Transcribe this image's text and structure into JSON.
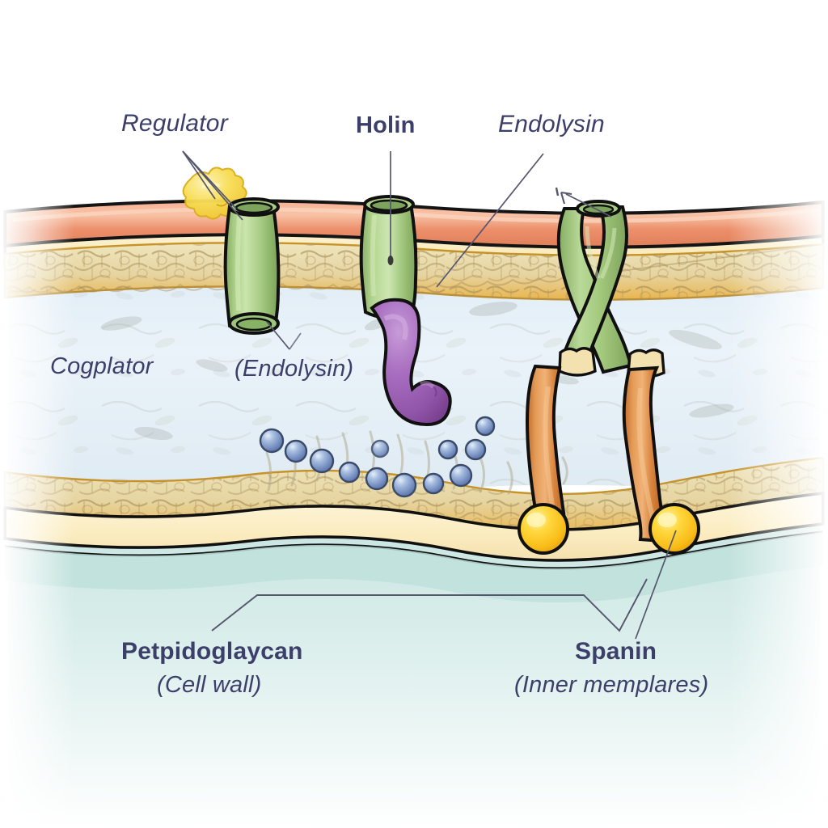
{
  "figure": {
    "title": "Bacterial cell envelope with phage lysis proteins",
    "background_color": "#ffffff",
    "label_color": "#3d3f6b"
  },
  "labels": {
    "regulator": "Regulator",
    "holin": "Holin",
    "endolysin": "Endolysin",
    "cogplator": "Cogplator",
    "endolysin_paren": "(Endolysin)",
    "peptidoglycan": "Petpidoglaycan",
    "cell_wall": "(Cell wall)",
    "spanin": "Spanin",
    "inner_membrane": "(Inner memplares)"
  },
  "structures": {
    "outer_membrane": {
      "name": "outer-membrane",
      "color": "#ef9975",
      "highlight": "#f8c1a4",
      "outline": "#1a1a1a"
    },
    "outer_leaflet_cream": {
      "name": "outer-membrane-inner-leaflet",
      "color": "#fbeec6"
    },
    "peptidoglycan_layer": {
      "name": "peptidoglycan-layer",
      "color": "#e9dcae",
      "mesh_color": "#b39a62",
      "accent": "#e8a93a"
    },
    "periplasm": {
      "name": "periplasm",
      "color": "#dfecf5",
      "wisp_color": "#b7b099"
    },
    "inner_membrane": {
      "name": "inner-membrane",
      "color": "#fbeec6",
      "outline": "#111111"
    },
    "cytoplasm": {
      "name": "cytoplasm",
      "color": "#cfe8e4"
    },
    "holin_channel": {
      "name": "holin-channel",
      "color": "#a9cd83",
      "shade": "#8cb469",
      "highlight": "#c7e0ad",
      "count": 2
    },
    "endolysin_protein": {
      "name": "endolysin-protein",
      "color": "#9b5fb5",
      "highlight": "#bd8cd0",
      "shade": "#7a4493"
    },
    "regulator_protein": {
      "name": "regulator-protein",
      "color": "#f6d33c",
      "highlight": "#fdef9c"
    },
    "spanin_complex": {
      "name": "spanin-complex",
      "outer_subunit_color": "#a9cd83",
      "inner_subunit_color": "#df8c46",
      "inner_subunit_highlight": "#efae6e",
      "anchor_color": "#fcc82b",
      "anchor_highlight": "#ffe66e",
      "collar_color": "#f3e2b0",
      "legs": 2
    },
    "periplasmic_vesicles": {
      "name": "periplasmic-vesicles",
      "color": "#7e9ccd",
      "highlight": "#cddcf0",
      "count": 12
    }
  },
  "leader_lines": {
    "color": "#55566e",
    "bottom_bracket_color": "#55566e"
  }
}
